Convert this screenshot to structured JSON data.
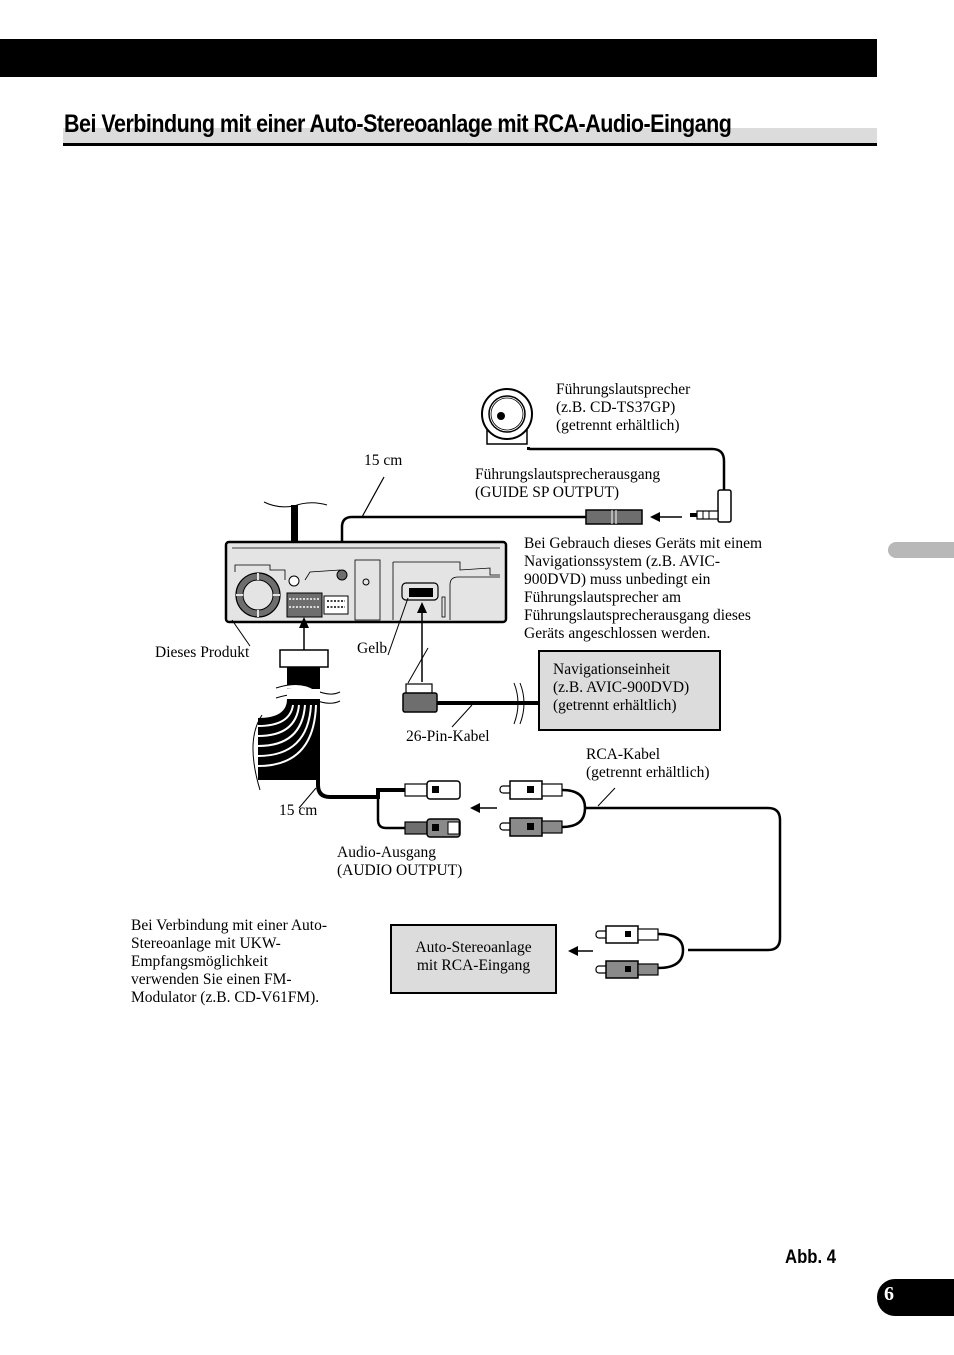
{
  "header": {
    "title": "Bei Verbindung mit einer Auto-Stereoanlage mit RCA-Audio-Eingang"
  },
  "diagram": {
    "guide_speaker": {
      "lines": [
        "Führungslautsprecher",
        "(z.B. CD-TS37GP)",
        "(getrennt erhältlich)"
      ]
    },
    "guide_output": {
      "lines": [
        "Führungslautsprecherausgang",
        "(GUIDE SP OUTPUT)"
      ]
    },
    "cable_length_top": "15 cm",
    "note_navigation": {
      "lines": [
        "Bei Gebrauch dieses Geräts mit einem",
        "Navigationssystem (z.B. AVIC-",
        "900DVD) muss unbedingt ein",
        "Führungslautsprecher am",
        "Führungslautsprecherausgang dieses",
        "Geräts angeschlossen werden."
      ]
    },
    "product_label": "Dieses Produkt",
    "yellow_label": "Gelb",
    "navigation_unit": {
      "lines": [
        "Navigationseinheit",
        "(z.B. AVIC-900DVD)",
        "(getrennt erhältlich)"
      ]
    },
    "pin_cable_label": "26-Pin-Kabel",
    "rca_cable": {
      "lines": [
        "RCA-Kabel",
        "(getrennt erhältlich)"
      ]
    },
    "cable_length_bottom": "15 cm",
    "audio_output": {
      "lines": [
        "Audio-Ausgang",
        "(AUDIO OUTPUT)"
      ]
    },
    "note_fm": {
      "lines": [
        "Bei Verbindung mit einer Auto-",
        "Stereoanlage mit UKW-",
        "Empfangsmöglichkeit",
        "verwenden Sie einen FM-",
        "Modulator (z.B. CD-V61FM)."
      ]
    },
    "car_stereo": {
      "lines": [
        "Auto-Stereoanlage",
        "mit RCA-Eingang"
      ]
    },
    "colors": {
      "box_fill": "#dcdcdc",
      "connector_dark": "#6e6e6e",
      "connector_light": "#ffffff"
    }
  },
  "footer": {
    "figure_label": "Abb. 4",
    "page_number": "6"
  }
}
